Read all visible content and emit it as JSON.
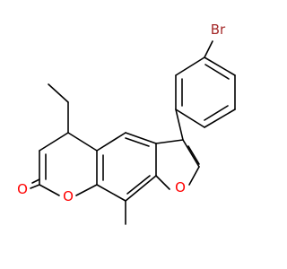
{
  "molecule": {
    "atoms": {
      "bromine": {
        "symbol": "Br",
        "color": "#a52a2a"
      },
      "furan_oxygen": {
        "symbol": "O",
        "color": "#ff0000"
      },
      "pyranone_ring_oxygen": {
        "symbol": "O",
        "color": "#ff0000"
      },
      "carbonyl_oxygen": {
        "symbol": "O",
        "color": "#ff0000"
      }
    },
    "bond_color": "#000000",
    "background_color": "#ffffff"
  }
}
